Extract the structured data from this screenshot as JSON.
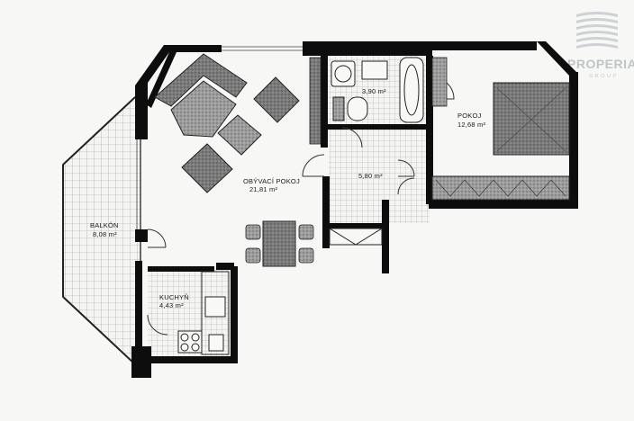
{
  "logo": {
    "name": "PROPERIA",
    "sub": "GROUP"
  },
  "rooms": {
    "living": {
      "name": "OBÝVACÍ POKOJ",
      "area": "21,81 m²"
    },
    "bathroom": {
      "area": "3,90 m²"
    },
    "hall": {
      "area": "5,80 m²"
    },
    "bedroom": {
      "name": "POKOJ",
      "area": "12,68 m²"
    },
    "balcony": {
      "name": "BALKÓN",
      "area": "8,08 m²"
    },
    "kitchen": {
      "name": "KUCHYŇ",
      "area": "4,43 m²"
    }
  },
  "colors": {
    "wall": "#0d0d0d",
    "paper": "#f7f7f5",
    "tile": "#9a9a9a",
    "furniture": "#6d6d6d"
  }
}
